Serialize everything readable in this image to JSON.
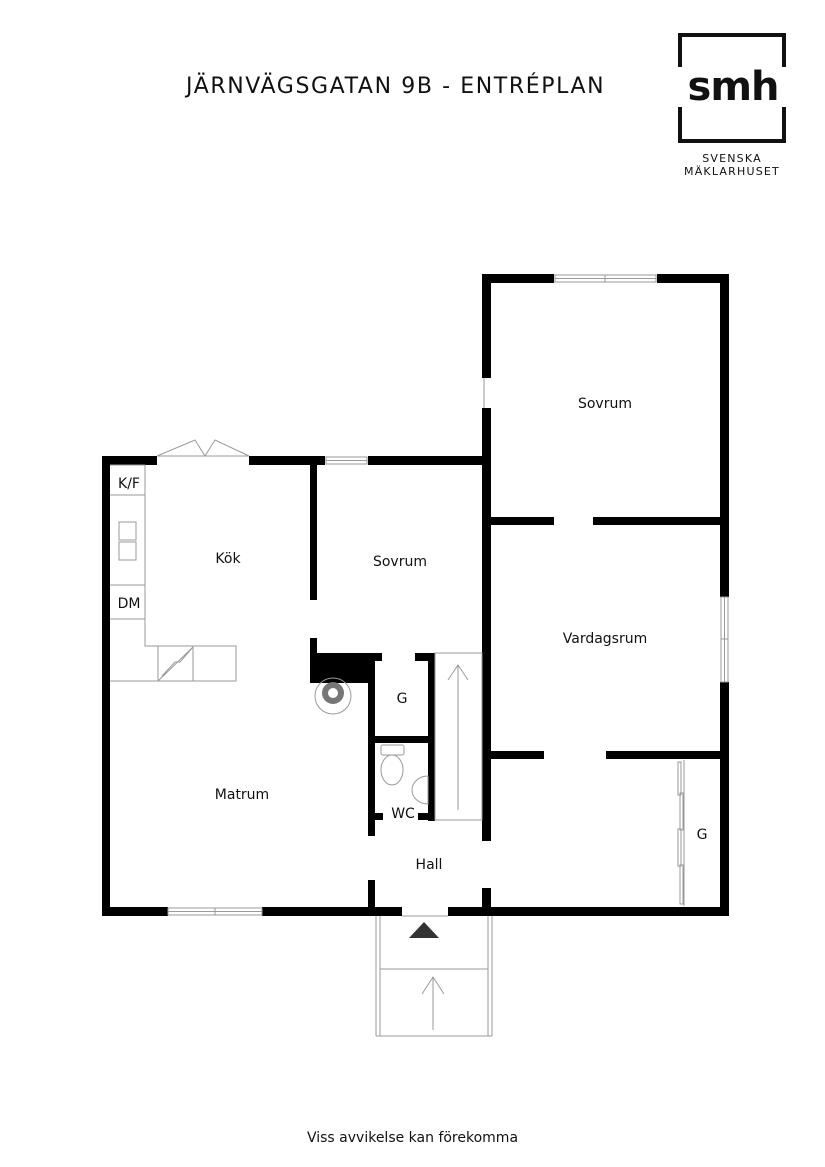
{
  "header": {
    "title": "JÄRNVÄGSGATAN 9B - ENTRÉPLAN"
  },
  "logo": {
    "mark": "smh",
    "line1": "SVENSKA",
    "line2": "MÄKLARHUSET"
  },
  "rooms": {
    "kok": "Kök",
    "kf": "K/F",
    "dm": "DM",
    "sovrum_small": "Sovrum",
    "sovrum_large": "Sovrum",
    "vardagsrum": "Vardagsrum",
    "matrum": "Matrum",
    "hall": "Hall",
    "g_storage": "G",
    "wc": "WC",
    "g_wardrobe": "G"
  },
  "icons": {
    "entrance": "entrance-triangle-icon",
    "stairs_up": "stairs-arrow-up-icon",
    "toilet": "toilet-icon",
    "sink": "sink-icon",
    "stove": "fireplace-icon",
    "hob": "hob-icon"
  },
  "colors": {
    "wall": "#000000",
    "fixture_line": "#9a9a9a",
    "text": "#111111",
    "background": "#ffffff"
  },
  "footer": {
    "disclaimer": "Viss avvikelse kan förekomma"
  }
}
